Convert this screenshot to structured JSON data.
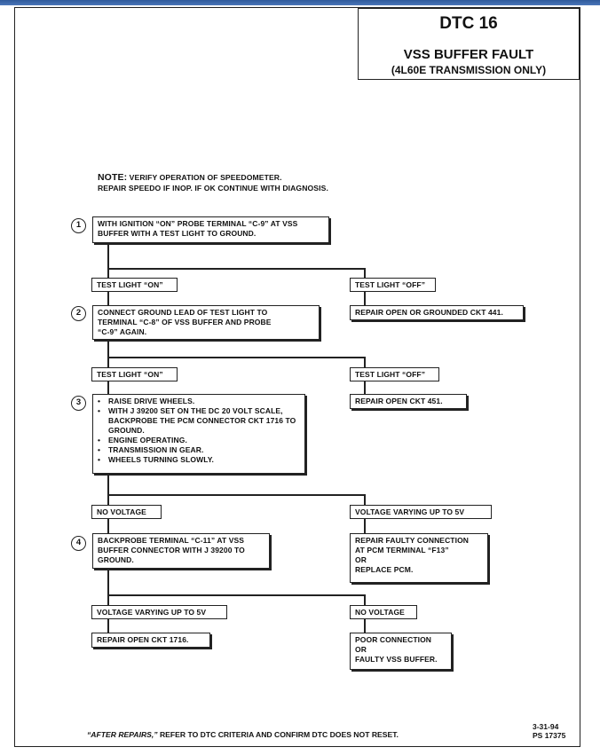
{
  "title": {
    "code": "DTC 16",
    "name": "VSS BUFFER FAULT",
    "scope": "(4L60E TRANSMISSION ONLY)"
  },
  "note": {
    "label": "NOTE:",
    "line1": "VERIFY OPERATION OF SPEEDOMETER.",
    "line2": "REPAIR SPEEDO IF INOP.  IF OK CONTINUE WITH DIAGNOSIS."
  },
  "steps": [
    {
      "number": "1",
      "lines": [
        "WITH IGNITION “ON” PROBE TERMINAL “C-9” AT VSS",
        "BUFFER WITH A TEST LIGHT TO GROUND."
      ],
      "left_result": "TEST LIGHT “ON”",
      "right_result": "TEST LIGHT “OFF”",
      "right_action": [
        "REPAIR OPEN OR GROUNDED CKT 441."
      ]
    },
    {
      "number": "2",
      "lines": [
        "CONNECT GROUND LEAD OF TEST LIGHT TO",
        "TERMINAL “C-8” OF VSS BUFFER AND PROBE",
        "“C-9” AGAIN."
      ],
      "left_result": "TEST LIGHT “ON”",
      "right_result": "TEST LIGHT “OFF”",
      "right_action": [
        "REPAIR OPEN CKT 451."
      ]
    },
    {
      "number": "3",
      "bullets": [
        "RAISE DRIVE WHEELS.",
        "WITH J 39200 SET ON THE DC 20 VOLT SCALE, BACKPROBE THE PCM CONNECTOR CKT 1716 TO GROUND.",
        "ENGINE OPERATING.",
        "TRANSMISSION IN GEAR.",
        "WHEELS TURNING SLOWLY."
      ],
      "left_result": "NO VOLTAGE",
      "right_result": "VOLTAGE VARYING UP TO 5V",
      "right_action": [
        "REPAIR FAULTY CONNECTION",
        "AT PCM TERMINAL “F13”",
        "OR",
        "REPLACE PCM."
      ]
    },
    {
      "number": "4",
      "lines": [
        "BACKPROBE TERMINAL “C-11” AT VSS",
        "BUFFER CONNECTOR WITH J 39200 TO",
        "GROUND."
      ],
      "left_result": "VOLTAGE VARYING UP TO 5V",
      "right_result": "NO VOLTAGE",
      "left_action": [
        "REPAIR OPEN CKT 1716."
      ],
      "right_action": [
        "POOR CONNECTION",
        "OR",
        "FAULTY VSS BUFFER."
      ]
    }
  ],
  "footer": {
    "emphasis": "“AFTER REPAIRS,”",
    "text": " REFER TO DTC CRITERIA AND CONFIRM DTC DOES NOT RESET."
  },
  "corner": {
    "date": "3-31-94",
    "ref": "PS 17375"
  }
}
